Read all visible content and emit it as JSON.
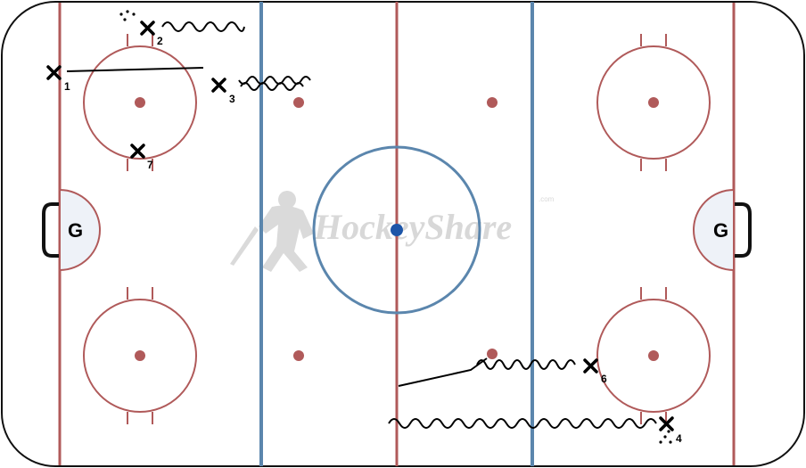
{
  "watermark": {
    "brand": "HockeyShare",
    "suffix": ".com"
  },
  "goalies": {
    "left_label": "G",
    "right_label": "G"
  },
  "players": [
    {
      "id": "player-1",
      "label": "1"
    },
    {
      "id": "player-2",
      "label": "2"
    },
    {
      "id": "player-3",
      "label": "3"
    },
    {
      "id": "player-4",
      "label": "4"
    },
    {
      "id": "player-6",
      "label": "6"
    },
    {
      "id": "player-7",
      "label": "7"
    }
  ],
  "colors": {
    "red_line": "#b05a5a",
    "blue_line": "#5b86ad",
    "center_dot": "#1d55a8",
    "crease_fill": "#eef2f8",
    "board": "#111111",
    "drill_path": "#000000"
  }
}
